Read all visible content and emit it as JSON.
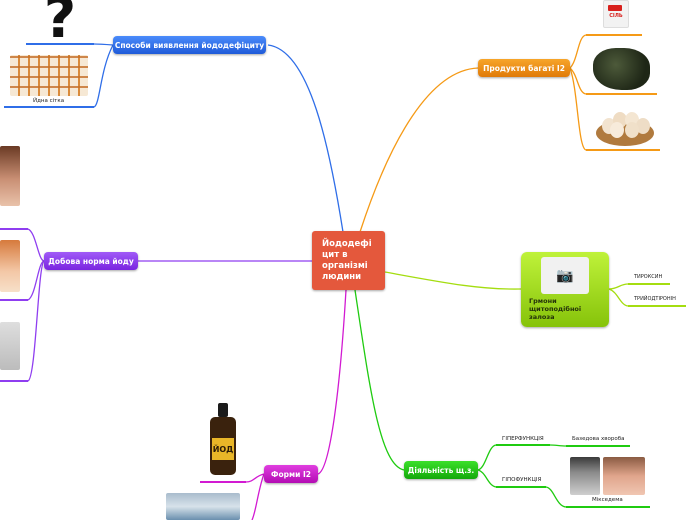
{
  "central": {
    "label": "Йододефі цит в організмі людини"
  },
  "branches": {
    "detection": {
      "label": "Способи виявлення йододефіциту",
      "color": "#2f6ee8",
      "items": {
        "iodine_net_caption": "Йдна сітка"
      }
    },
    "products": {
      "label": "Продукти багаті I2",
      "color": "#f59a16",
      "product_label": "СІЛЬ"
    },
    "hormones": {
      "label": "Грмони щитоподібної залоза",
      "color": "#a4dd10",
      "items": [
        "ТИРОКСИН",
        "ТРИЙОДТІРОНІН"
      ]
    },
    "daily_norm": {
      "label": "Добова норма йоду",
      "color": "#8f3ef0"
    },
    "activity": {
      "label": "Діяльність щ.з.",
      "color": "#1fcb10",
      "hyper": "ГІПЕРФУНКЦІЯ",
      "hyper_child": "Базедова хвороба",
      "hypo": "ГІПОФУНКЦІЯ",
      "hypo_child": "Мікседема"
    },
    "forms": {
      "label": "Форми I2",
      "color": "#d21ad2",
      "bottle_label": "ЙОД"
    }
  }
}
